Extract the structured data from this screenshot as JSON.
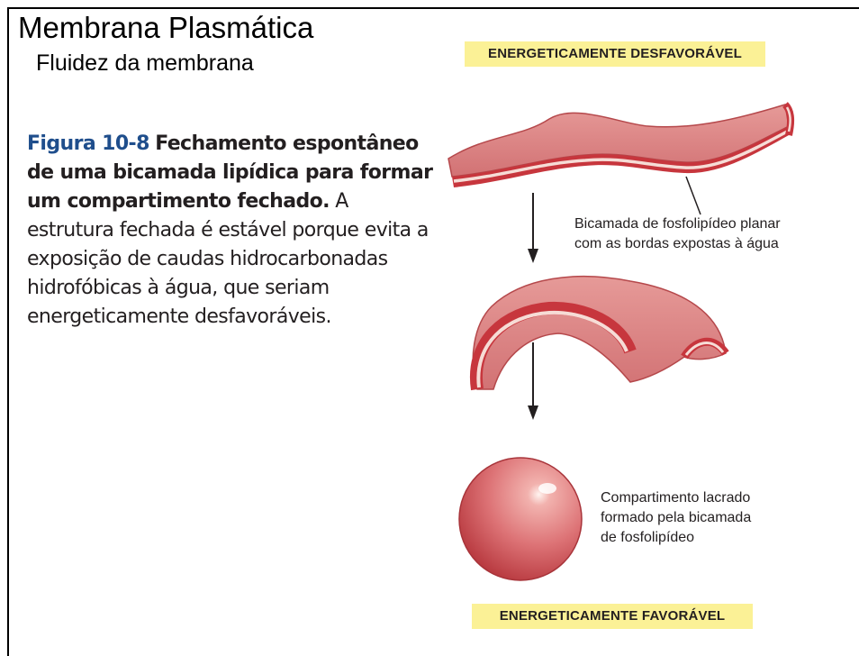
{
  "slide": {
    "title": "Membrana Plasmática",
    "subtitle": "Fluidez da membrana"
  },
  "caption": {
    "figure_label": "Figura 10-8",
    "bold_text": "Fechamento espontâneo de uma bicamada lipídica para formar um compartimento fechado.",
    "body_text": "A estrutura fechada é estável porque evita a exposição de caudas hidrocarbonadas hidrofóbicas à água, que seriam energeticamente desfavoráveis."
  },
  "diagram": {
    "top_label": "ENERGETICAMENTE DESFAVORÁVEL",
    "bottom_label": "ENERGETICAMENTE FAVORÁVEL",
    "annotation_planar": [
      "Bicamada de fosfolipídeo planar",
      "com as bordas expostas à água"
    ],
    "annotation_sphere": [
      "Compartimento lacrado",
      "formado pela bicamada",
      "de fosfolipídeo"
    ],
    "colors": {
      "membrane": "#d9787a",
      "membrane_dark": "#c0393f",
      "edge_stripe": "#f6dcd6",
      "label_bg": "#fbf196",
      "figure_label": "#1f4e8c"
    }
  }
}
